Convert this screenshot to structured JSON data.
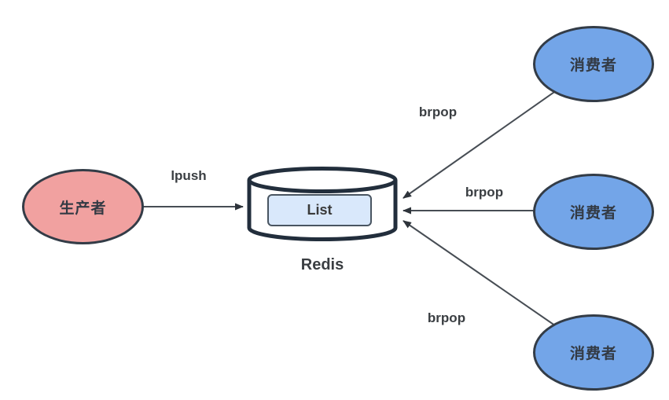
{
  "nodes": {
    "producer": {
      "label": "生产者"
    },
    "redis": {
      "label": "Redis",
      "inner_label": "List"
    },
    "consumers": [
      {
        "label": "消费者"
      },
      {
        "label": "消费者"
      },
      {
        "label": "消费者"
      }
    ]
  },
  "edges": {
    "lpush": {
      "label": "lpush"
    },
    "brpop_top": {
      "label": "brpop"
    },
    "brpop_middle": {
      "label": "brpop"
    },
    "brpop_bottom": {
      "label": "brpop"
    }
  },
  "colors": {
    "background": "#FFFFFF",
    "producer_fill": "#F1A1A0",
    "consumer_fill": "#73A5E8",
    "list_fill": "#D9E8FB",
    "node_border": "#333C47",
    "cylinder_stroke": "#222E3C",
    "list_border": "#495561",
    "edge_stroke": "#474D54",
    "arrowhead_fill": "#2E343B",
    "label_text": "#3A3E42"
  }
}
